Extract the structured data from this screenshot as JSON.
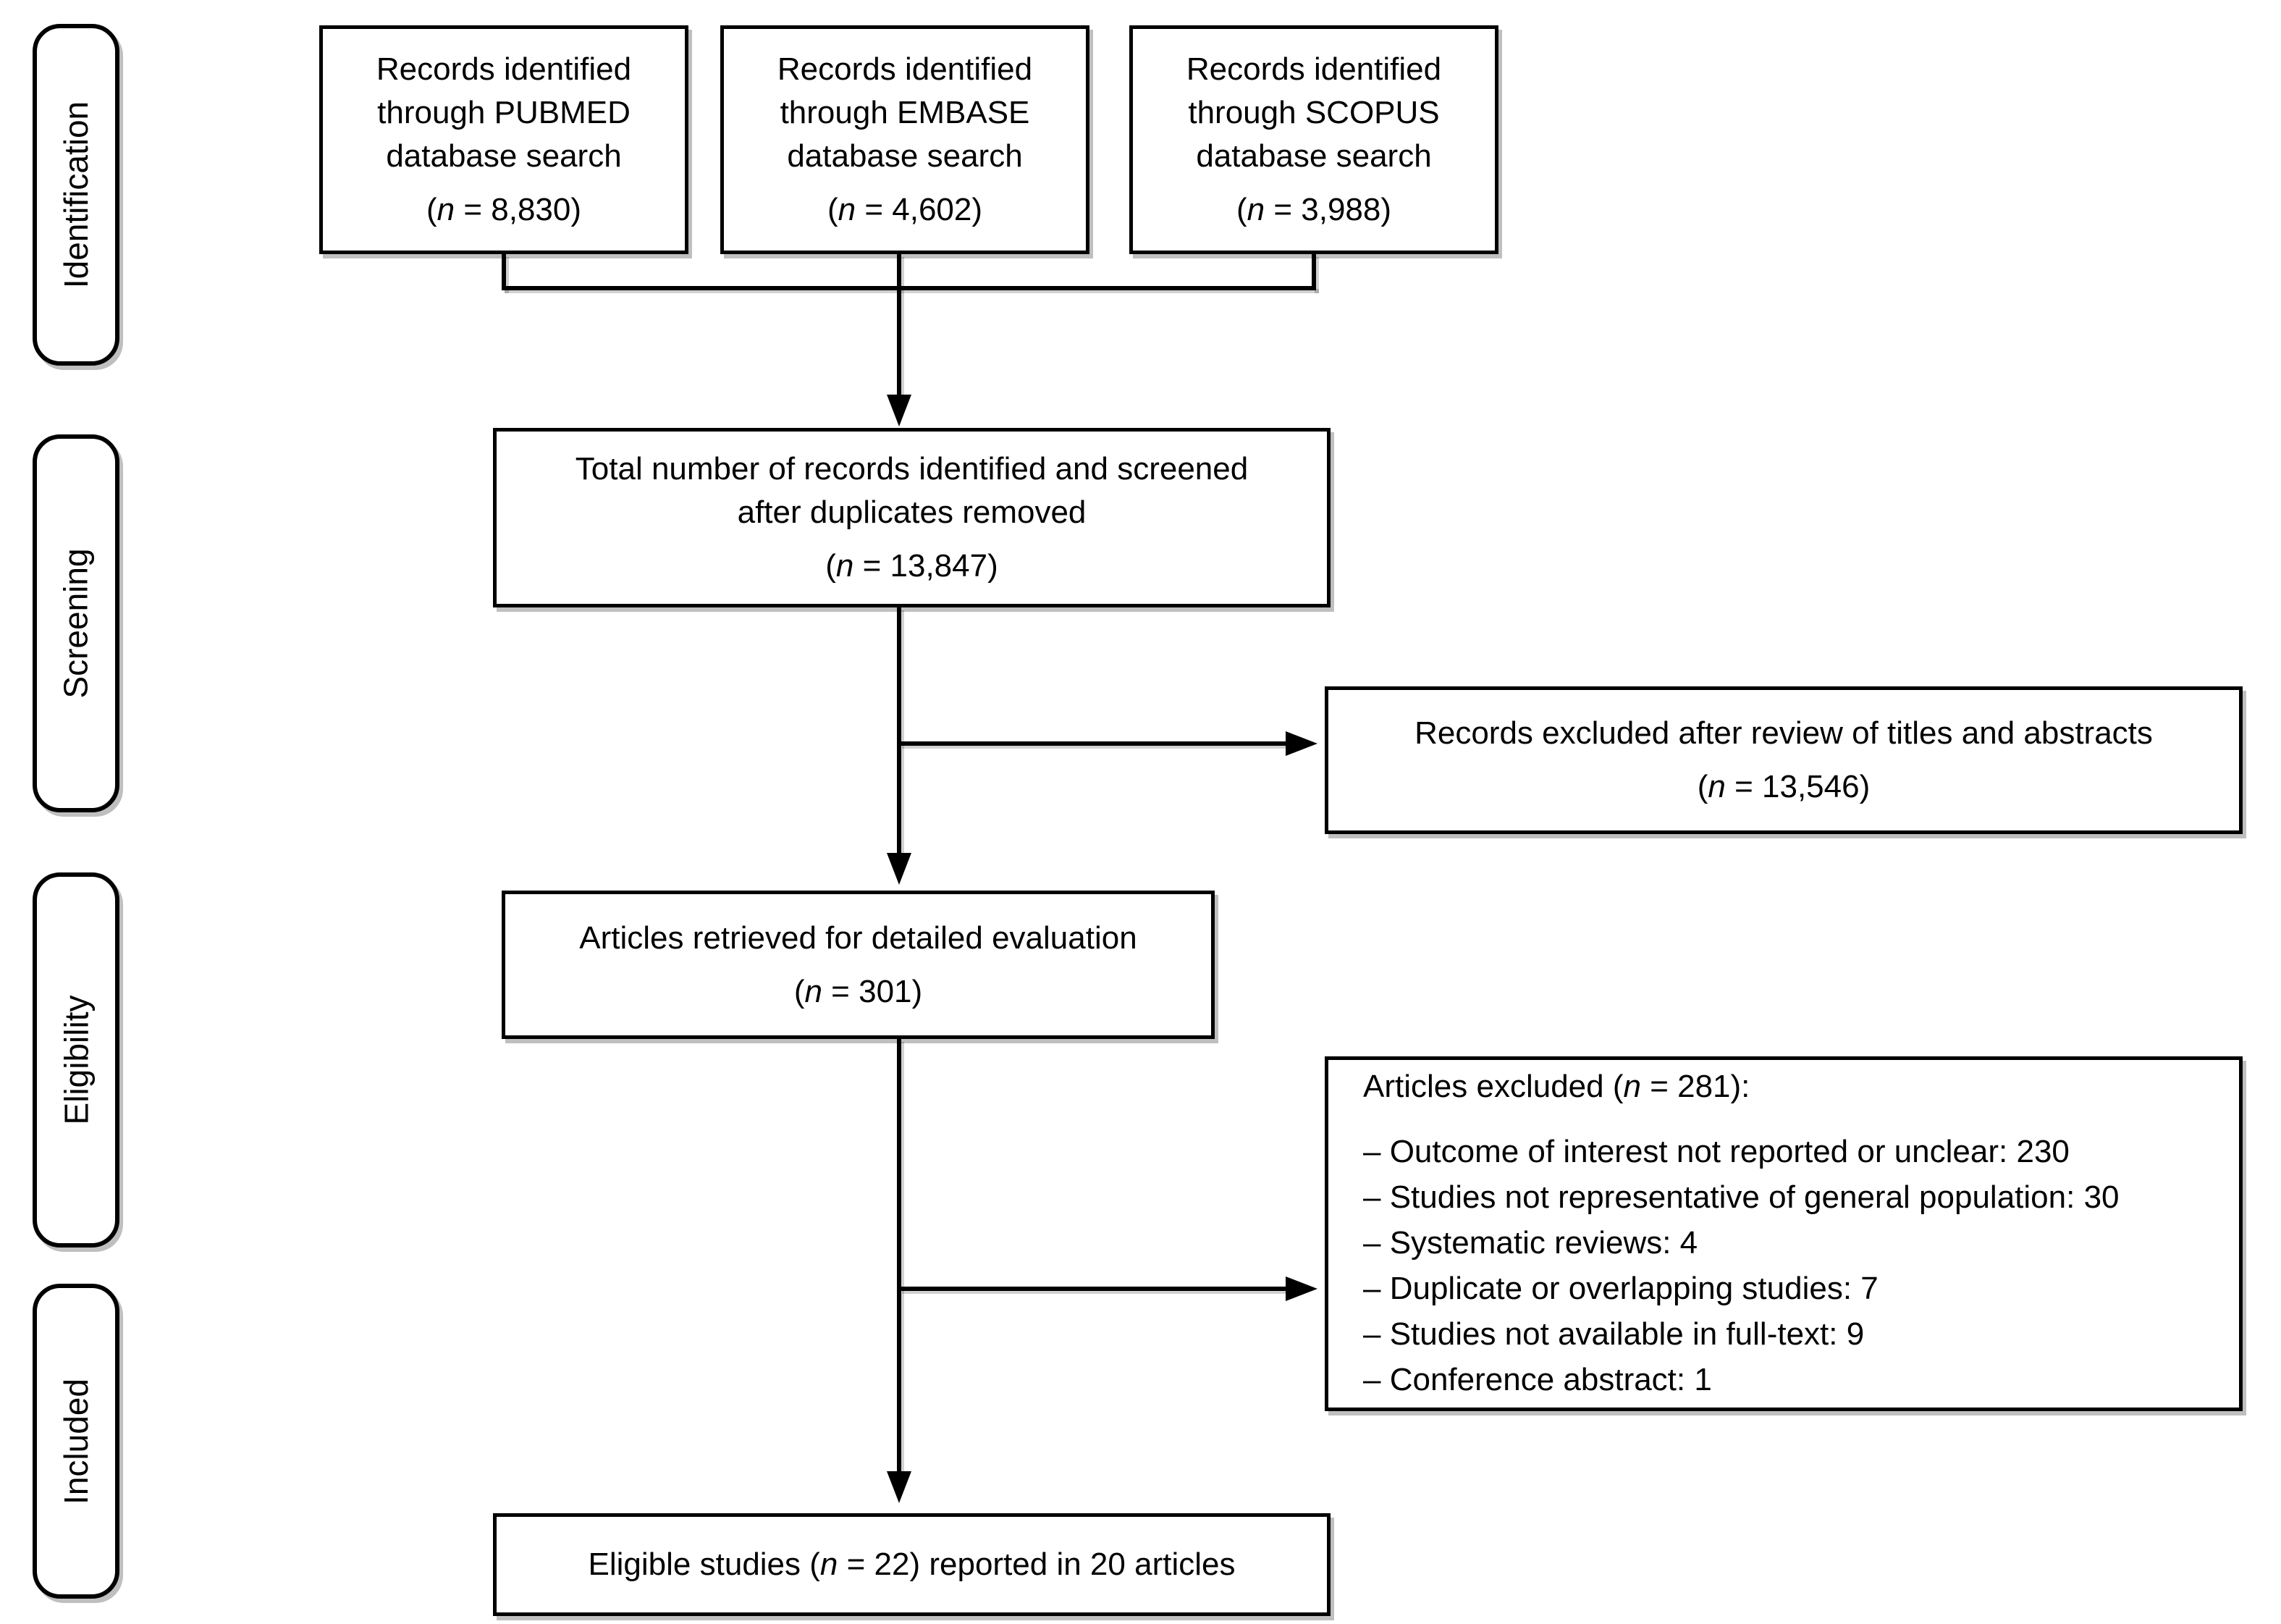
{
  "stages": {
    "identification": "Identification",
    "screening": "Screening",
    "eligibility": "Eligibility",
    "included": "Included"
  },
  "boxes": {
    "pubmed": {
      "lines": [
        "Records identified",
        "through PUBMED",
        "database search"
      ],
      "stat": {
        "pre": "(",
        "sym": "n",
        "post": " = 8,830)"
      }
    },
    "embase": {
      "lines": [
        "Records identified",
        "through EMBASE",
        "database search"
      ],
      "stat": {
        "pre": "(",
        "sym": "n",
        "post": " = 4,602)"
      }
    },
    "scopus": {
      "lines": [
        "Records identified",
        "through SCOPUS",
        "database search"
      ],
      "stat": {
        "pre": "(",
        "sym": "n",
        "post": " = 3,988)"
      }
    },
    "total": {
      "lines": [
        "Total number of records identified and screened",
        "after duplicates removed"
      ],
      "stat": {
        "pre": "(",
        "sym": "n",
        "post": " = 13,847)"
      }
    },
    "records_excluded": {
      "lines": [
        "Records excluded after review of titles and abstracts"
      ],
      "stat": {
        "pre": "(",
        "sym": "n",
        "post": " = 13,546)"
      }
    },
    "retrieved": {
      "lines": [
        "Articles retrieved for detailed evaluation"
      ],
      "stat": {
        "pre": "(",
        "sym": "n",
        "post": " = 301)"
      }
    },
    "articles_excluded": {
      "heading": {
        "pre": "Articles excluded (",
        "sym": "n",
        "post": " = 281):"
      },
      "items": [
        "– Outcome of interest not reported or unclear: 230",
        "– Studies not representative of general population: 30",
        "– Systematic reviews: 4",
        "– Duplicate or overlapping studies: 7",
        "– Studies not available in full-text: 9",
        "– Conference abstract: 1"
      ]
    },
    "eligible": {
      "line": {
        "pre": "Eligible studies (",
        "sym": "n",
        "post": " = 22) reported in 20 articles"
      }
    }
  },
  "colors": {
    "line": "#000000",
    "background": "#ffffff",
    "shadow": "rgba(0,0,0,0.25)"
  }
}
